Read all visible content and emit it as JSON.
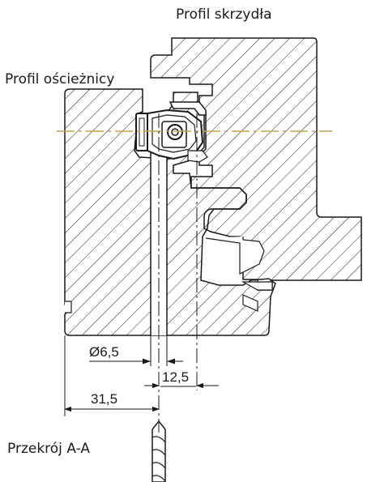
{
  "labels": {
    "sash_profile": "Profil skrzydła",
    "frame_profile": "Profil ościeżnicy",
    "section": "Przekrój A-A"
  },
  "dimensions": {
    "hole_diameter": "Ø6,5",
    "offset_a": "12,5",
    "offset_b": "31,5"
  },
  "colors": {
    "line": "#1a1a1a",
    "centerline": "#c8a24a",
    "background": "#ffffff"
  }
}
